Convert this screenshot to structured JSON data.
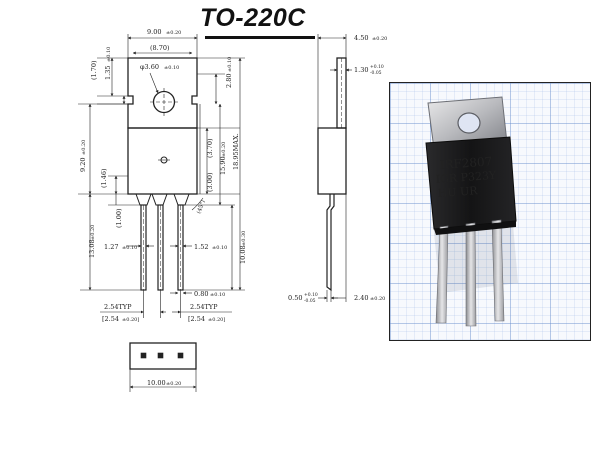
{
  "title": "TO-220C",
  "front_view": {
    "top_width": "9.00",
    "top_width_tol": "±0.20",
    "tab_width": "(8.70)",
    "hole_dia": "φ3.60",
    "hole_dia_tol": "±0.10",
    "tab_height_paren": "(1.70)",
    "tab_notch": "1.35",
    "tab_notch_tol": "±0.10",
    "hole_offset": "2.80",
    "hole_offset_tol": "±0.10",
    "body_height": "9.20",
    "body_height_tol": "±0.20",
    "dim_3_70": "(3.70)",
    "dim_15_90": "15.90",
    "dim_15_90_tol": "±0.20",
    "dim_18_95": "18.95MAX.",
    "dim_1_46": "(1.46)",
    "dim_3_00": "(3.00)",
    "dim_1_00": "(1.00)",
    "dim_45": "(45°)",
    "lead_length": "13.08",
    "lead_length_tol": "±0.20",
    "dim_10_08": "10.08",
    "dim_10_08_tol": "±0.30",
    "lead_width_1": "1.27",
    "lead_width_1_tol": "±0.10",
    "lead_width_2": "1.52",
    "lead_width_2_tol": "±0.10",
    "lead_thk": "0.80",
    "lead_thk_tol": "±0.10",
    "pitch_1": "2.54TYP",
    "pitch_1_b": "[2.54",
    "pitch_1_tol": "±0.20]",
    "pitch_2": "2.54TYP",
    "pitch_2_b": "[2.54",
    "pitch_2_tol": "±0.20]"
  },
  "side_view": {
    "width": "4.50",
    "width_tol": "±0.20",
    "tab_thk": "1.30",
    "tab_thk_tol_p": "+0.10",
    "tab_thk_tol_m": "-0.05",
    "lead_thk": "0.50",
    "lead_thk_tol_p": "+0.10",
    "lead_thk_tol_m": "-0.05",
    "lead_offset": "2.40",
    "lead_offset_tol": "±0.20"
  },
  "bottom_view": {
    "width": "10.00",
    "width_tol": "±0.20"
  },
  "photo": {
    "marking_line1": "IRF2807",
    "marking_line2": "IGR P323Y",
    "marking_line3": "HU   UR"
  }
}
